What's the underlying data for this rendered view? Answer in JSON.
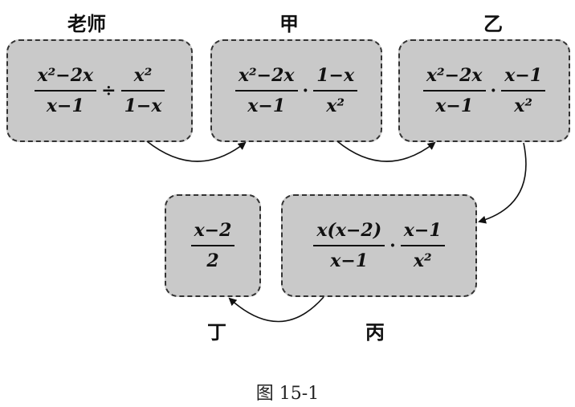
{
  "labels": {
    "teacher": "老师",
    "jia": "甲",
    "yi": "乙",
    "bing": "丙",
    "ding": "丁"
  },
  "boxes": {
    "teacher": {
      "f1_num": "x²−2x",
      "f1_den": "x−1",
      "op": "÷",
      "f2_num": "x²",
      "f2_den": "1−x"
    },
    "jia": {
      "f1_num": "x²−2x",
      "f1_den": "x−1",
      "op": "·",
      "f2_num": "1−x",
      "f2_den": "x²"
    },
    "yi": {
      "f1_num": "x²−2x",
      "f1_den": "x−1",
      "op": "·",
      "f2_num": "x−1",
      "f2_den": "x²"
    },
    "bing": {
      "f1_num": "x(x−2)",
      "f1_den": "x−1",
      "op": "·",
      "f2_num": "x−1",
      "f2_den": "x²"
    },
    "ding": {
      "f1_num": "x−2",
      "f1_den": "2"
    }
  },
  "caption": "图 15-1"
}
